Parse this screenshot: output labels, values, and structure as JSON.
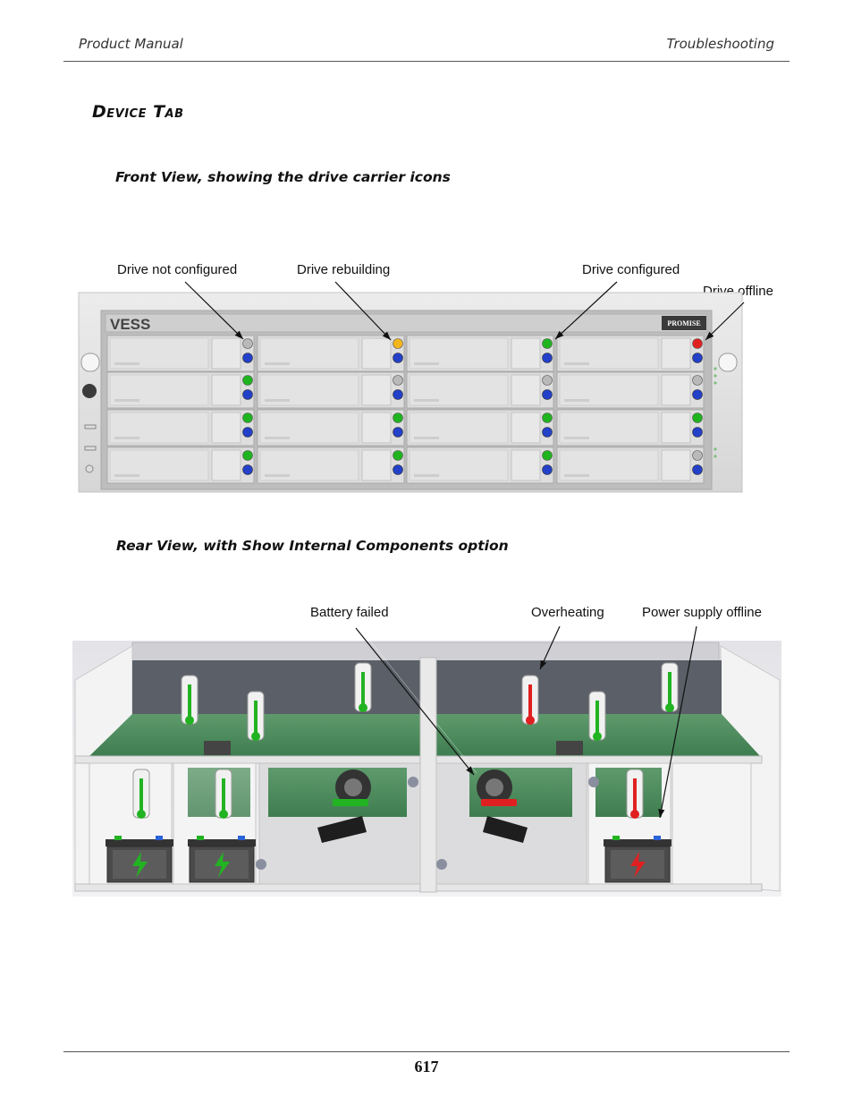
{
  "header": {
    "left": "Product Manual",
    "right": "Troubleshooting"
  },
  "section_title": "Device Tab",
  "front": {
    "caption": "Front View, showing the drive carrier icons",
    "logo": "VESS",
    "brand": "PROMISE",
    "callouts": [
      "Drive not configured",
      "Drive rebuilding",
      "Drive configured",
      "Drive offline"
    ],
    "led_colors": {
      "gray": "#b9b9b9",
      "amber": "#f2b51d",
      "green": "#1fb41f",
      "red": "#e02020",
      "blue": "#2340c8"
    },
    "status_leds": [
      [
        "gray",
        "amber",
        "green",
        "red"
      ],
      [
        "green",
        "gray",
        "gray",
        "gray"
      ],
      [
        "green",
        "green",
        "green",
        "green"
      ],
      [
        "green",
        "green",
        "green",
        "gray"
      ]
    ]
  },
  "rear": {
    "caption": "Rear View, with Show Internal Components option",
    "callouts": [
      "Battery failed",
      "Overheating",
      "Power supply offline"
    ],
    "colors": {
      "ok": "#22b322",
      "fail": "#e02020"
    }
  },
  "footer": {
    "page_number": "617"
  }
}
